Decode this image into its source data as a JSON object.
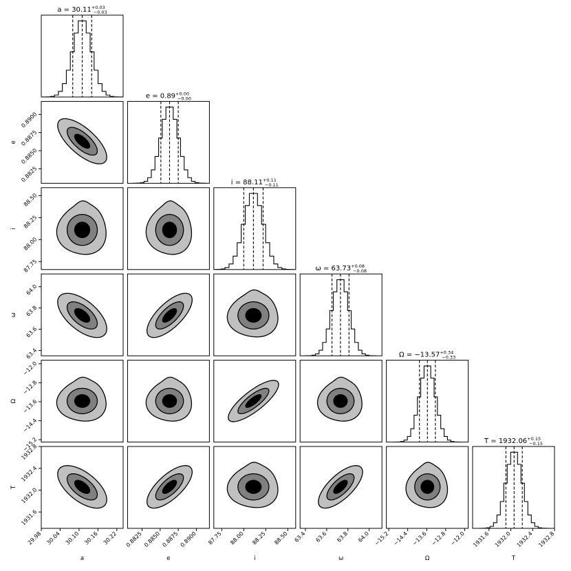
{
  "chart_data": {
    "type": "corner",
    "parameters": [
      {
        "key": "a",
        "label": "a",
        "title": {
          "main": "a = 30.11",
          "up": "+0.03",
          "down": "−0.03"
        },
        "mean": 30.11,
        "sigma": 0.03,
        "lim": [
          29.98,
          30.24
        ],
        "ticks": [
          29.98,
          30.04,
          30.1,
          30.16,
          30.22
        ],
        "tick_labels": [
          "29.98",
          "30.04",
          "30.10",
          "30.16",
          "30.22"
        ]
      },
      {
        "key": "e",
        "label": "e",
        "title": {
          "main": "e = 0.89",
          "up": "+0.00",
          "down": "−0.00"
        },
        "mean": 0.8863,
        "sigma": 0.0012,
        "lim": [
          0.8805,
          0.8918
        ],
        "ticks": [
          0.8825,
          0.885,
          0.8875,
          0.89
        ],
        "tick_labels": [
          "0.8825",
          "0.8850",
          "0.8875",
          "0.8900"
        ]
      },
      {
        "key": "i",
        "label": "i",
        "title": {
          "main": "i = 88.11",
          "up": "+0.11",
          "down": "−0.11"
        },
        "mean": 88.11,
        "sigma": 0.11,
        "lim": [
          87.66,
          88.59
        ],
        "ticks": [
          87.75,
          88.0,
          88.25,
          88.5
        ],
        "tick_labels": [
          "87.75",
          "88.00",
          "88.25",
          "88.50"
        ]
      },
      {
        "key": "omega",
        "label": "ω",
        "title": {
          "main": "ω = 63.73",
          "up": "+0.08",
          "down": "−0.08"
        },
        "mean": 63.73,
        "sigma": 0.08,
        "lim": [
          63.35,
          64.12
        ],
        "ticks": [
          63.4,
          63.6,
          63.8,
          64.0
        ],
        "tick_labels": [
          "63.4",
          "63.6",
          "63.8",
          "64.0"
        ]
      },
      {
        "key": "Omega",
        "label": "Ω",
        "title": {
          "main": "Ω = −13.57",
          "up": "+0.34",
          "down": "−0.33"
        },
        "mean": -13.57,
        "sigma": 0.335,
        "lim": [
          -15.3,
          -11.85
        ],
        "ticks": [
          -15.2,
          -14.4,
          -13.6,
          -12.8,
          -12.0
        ],
        "tick_labels": [
          "−15.2",
          "−14.4",
          "−13.6",
          "−12.8",
          "−12.0"
        ]
      },
      {
        "key": "T",
        "label": "T",
        "title": {
          "main": "T = 1932.06",
          "up": "+0.15",
          "down": "−0.15"
        },
        "mean": 1932.06,
        "sigma": 0.15,
        "lim": [
          1931.3,
          1932.8
        ],
        "ticks": [
          1931.6,
          1932.0,
          1932.4,
          1932.8
        ],
        "tick_labels": [
          "1931.6",
          "1932.0",
          "1932.4",
          "1932.8"
        ]
      }
    ],
    "correlations": {
      "1,0": -0.7,
      "2,0": 0.0,
      "2,1": 0.0,
      "3,0": -0.6,
      "3,1": 0.7,
      "3,2": 0.0,
      "4,0": 0.0,
      "4,1": 0.0,
      "4,2": 0.8,
      "4,3": 0.0,
      "5,0": -0.6,
      "5,1": 0.7,
      "5,2": 0.0,
      "5,3": 0.7,
      "5,4": 0.0
    },
    "contour_levels_sigma": [
      0.8,
      1.6,
      2.6
    ],
    "contour_colors": [
      "#000000",
      "#808080",
      "#c0c0c0"
    ],
    "histogram_bins": 20,
    "quantile_lines": "dashed at median and ±1σ"
  }
}
